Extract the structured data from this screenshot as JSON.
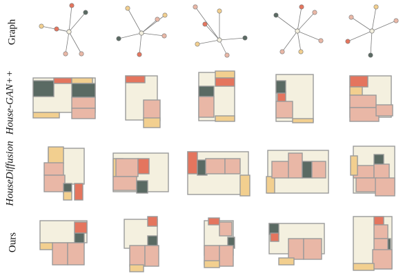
{
  "figure": {
    "row_labels": {
      "graph": "Graph",
      "house_gan": "House-GAN++",
      "house_diffusion": "HouseDiffusion",
      "ours": "Ours"
    }
  },
  "colors": {
    "living": "#f4f0df",
    "bedroom": "#e9b7a6",
    "kitchen": "#e4755e",
    "bathroom": "#5a6a63",
    "balcony": "#f2cf8f",
    "wall": "#9a9a9a",
    "edge": "#7a7a7a"
  }
}
